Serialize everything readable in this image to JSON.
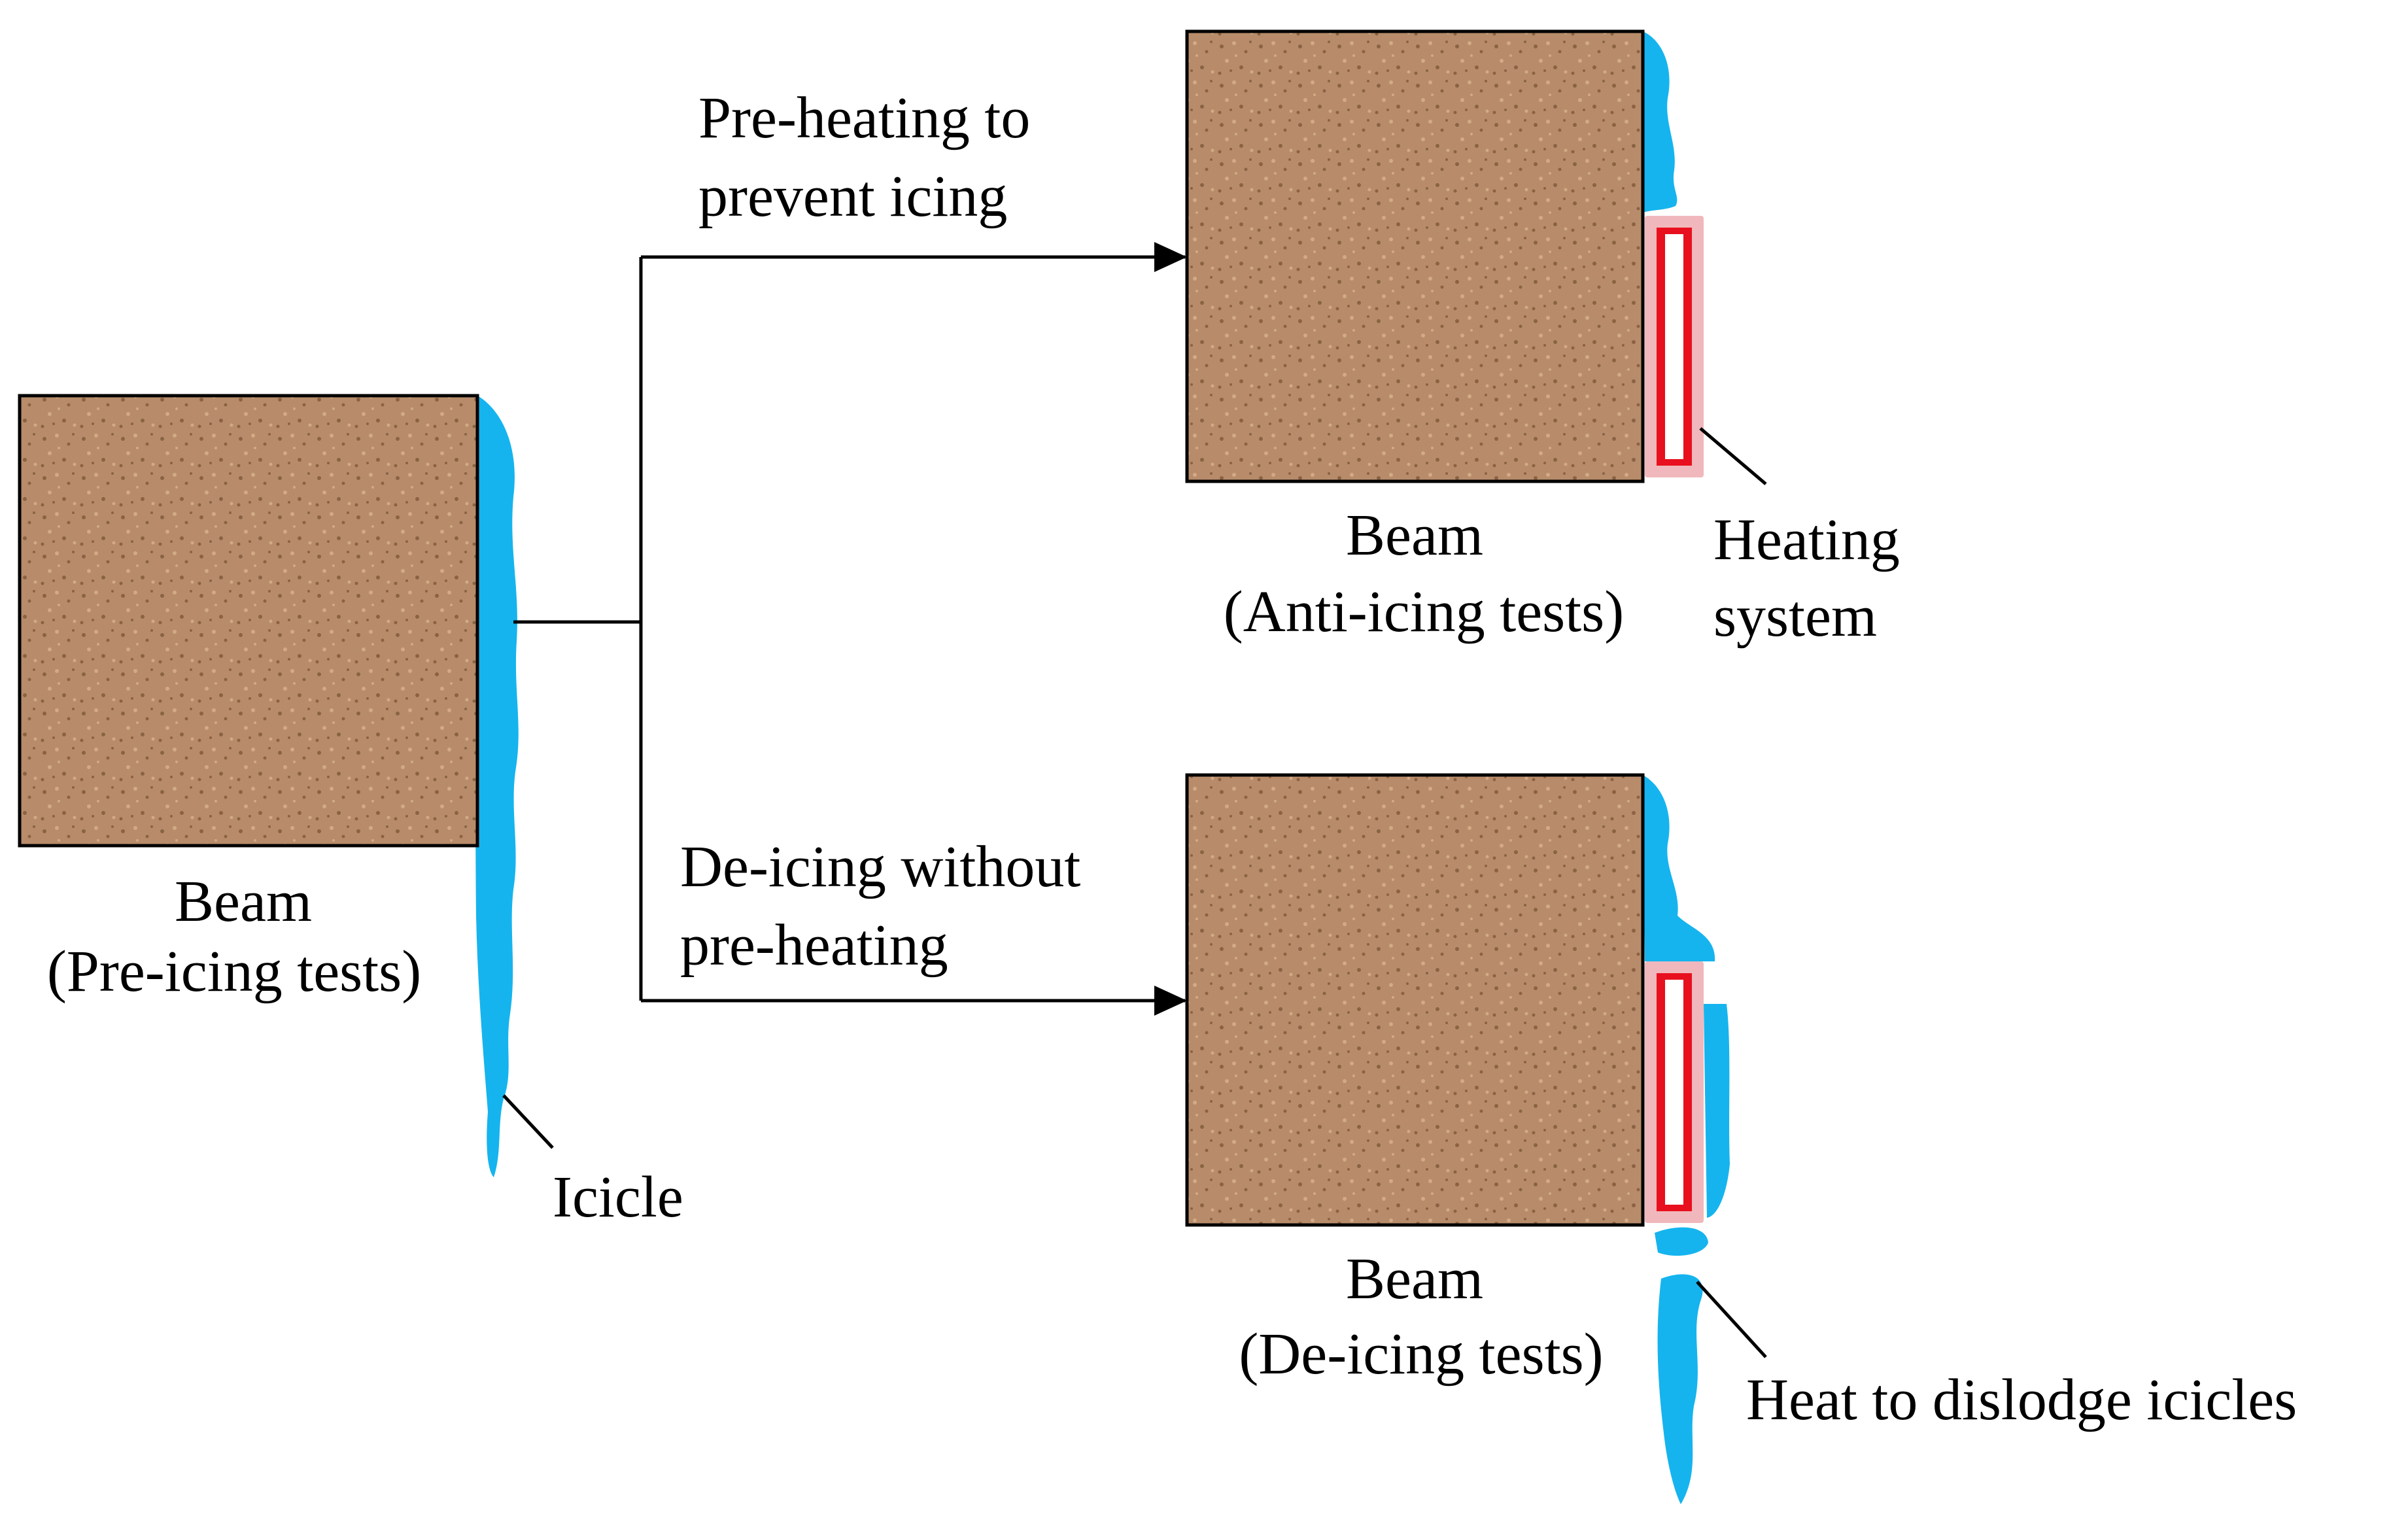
{
  "colors": {
    "beam_fill": "#b88c6a",
    "beam_speckle_dark": "#8a6244",
    "beam_speckle_light": "#d2aa86",
    "ice": "#15b4ee",
    "heater_border": "#f0b8bc",
    "heater_core": "#e8101e",
    "line": "#000000"
  },
  "beams": {
    "pre_icing": {
      "line1": "Beam",
      "line2": "(Pre-icing tests)"
    },
    "anti_icing": {
      "line1": "Beam",
      "line2": "(Anti-icing tests)"
    },
    "de_icing": {
      "line1": "Beam",
      "line2": "(De-icing tests)"
    }
  },
  "arrows": {
    "top": {
      "line1": "Pre-heating to",
      "line2": "prevent icing"
    },
    "bottom": {
      "line1": "De-icing without",
      "line2": "pre-heating"
    }
  },
  "callouts": {
    "icicle": "Icicle",
    "heating_system_line1": "Heating",
    "heating_system_line2": "system",
    "heat_dislodge": "Heat to dislodge icicles"
  }
}
